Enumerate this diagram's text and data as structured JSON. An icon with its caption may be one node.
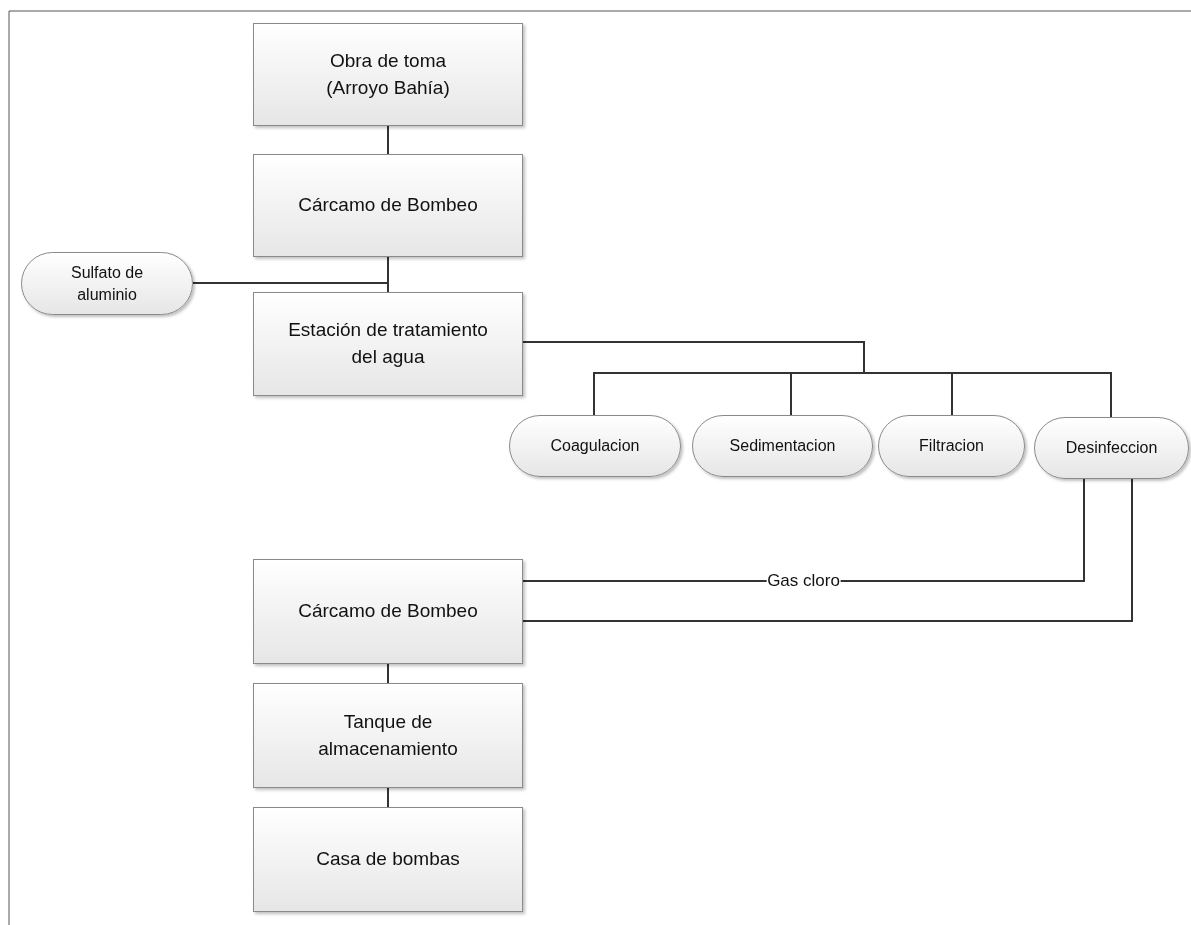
{
  "diagram": {
    "nodes": [
      {
        "text": [
          "Obra de toma (Arroyo Bahía)"
        ]
      },
      {
        "text": [
          "Cárcamo de Bombeo"
        ]
      },
      {
        "text": [
          "Sulfato de aluminio"
        ]
      },
      {
        "text": [
          "Estación de tratamiento del agua"
        ]
      },
      {
        "text": [
          "Coagulacion"
        ]
      },
      {
        "text": [
          "Sedimentacion"
        ]
      },
      {
        "text": [
          "Filtracion"
        ]
      },
      {
        "text": [
          "Desinfeccion"
        ]
      },
      {
        "text": [
          "Cárcamo de Bombeo"
        ]
      },
      {
        "text": [
          "Tanque de almacenamiento"
        ]
      },
      {
        "text": [
          "Casa de bombas"
        ]
      }
    ],
    "edges": [
      {
        "from": 0,
        "to": 1,
        "arrow": "none"
      },
      {
        "from": 1,
        "to": 3,
        "arrow": "none"
      },
      {
        "from": 2,
        "to": 3,
        "arrow": "none"
      },
      {
        "from": 3,
        "to": 4,
        "arrow": "none"
      },
      {
        "from": 3,
        "to": 5,
        "arrow": "none"
      },
      {
        "from": 3,
        "to": 6,
        "arrow": "none"
      },
      {
        "from": 3,
        "to": 7,
        "arrow": "none"
      },
      {
        "from": 7,
        "to": 8,
        "label": "Gas cloro",
        "arrow": "none"
      },
      {
        "from": 7,
        "to": 8,
        "arrow": "none"
      },
      {
        "from": 8,
        "to": 9,
        "arrow": "none"
      },
      {
        "from": 9,
        "to": 10,
        "arrow": "none"
      }
    ]
  }
}
